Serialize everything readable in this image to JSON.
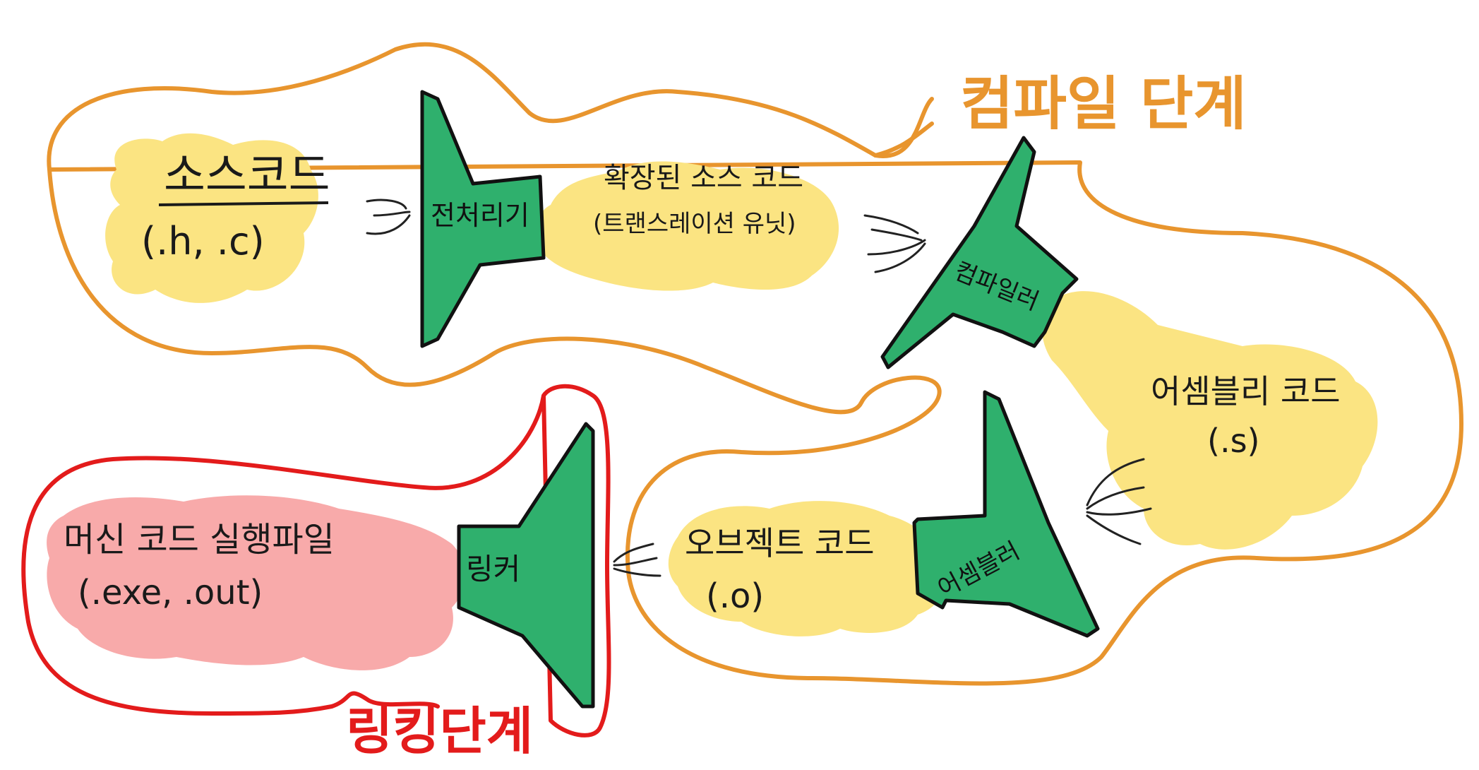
{
  "diagram": {
    "stages": {
      "compile": {
        "label": "컴파일 단계",
        "color": "#e8952e"
      },
      "link": {
        "label": "링킹단계",
        "color": "#e31b1b"
      }
    },
    "tools": {
      "preprocessor": {
        "label": "전처리기"
      },
      "compiler": {
        "label": "컴파일러"
      },
      "assembler": {
        "label": "어셈블러"
      },
      "linker": {
        "label": "링커"
      }
    },
    "artifacts": {
      "source_code": {
        "title": "소스코드",
        "ext": "(.h, .c)"
      },
      "expanded_source": {
        "title": "확장된 소스 코드",
        "ext": "(트랜스레이션 유닛)"
      },
      "assembly_code": {
        "title": "어셈블리 코드",
        "ext": "(.s)"
      },
      "object_code": {
        "title": "오브젝트 코드",
        "ext": "(.o)"
      },
      "machine_code": {
        "title": "머신 코드 실행파일",
        "ext": "(.exe, .out)"
      }
    },
    "colors": {
      "funnel_fill": "#2fb06d",
      "funnel_stroke": "#111111",
      "blob_yellow": "#fbe482",
      "blob_pink": "#f8aaaa",
      "arrow": "#222222"
    }
  }
}
